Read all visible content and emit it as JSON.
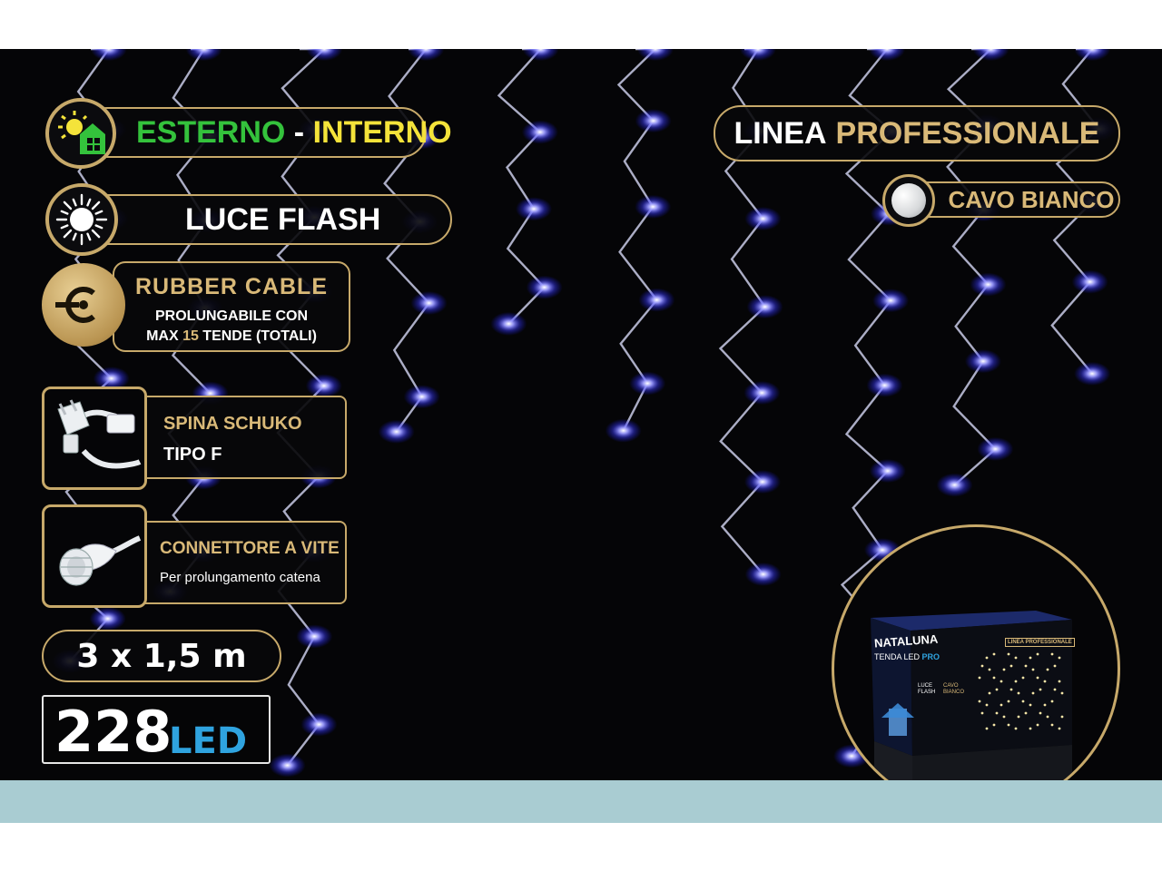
{
  "badges": {
    "esterno_interno": {
      "word1": "ESTERNO",
      "separator": " - ",
      "word2": "INTERNO",
      "color1": "#34c23c",
      "color2": "#f4e33a"
    },
    "luce_flash": "LUCE FLASH",
    "rubber_cable": {
      "title": "RUBBER CABLE",
      "line1": "PROLUNGABILE CON",
      "line2_prefix": "MAX ",
      "line2_number": "15",
      "line2_suffix": " TENDE (TOTALI)"
    },
    "spina": {
      "title": "SPINA SCHUKO",
      "subtitle": "TIPO F"
    },
    "connettore": {
      "title": "CONNETTORE A VITE",
      "subtitle": "Per prolungamento catena"
    },
    "size": "3 x 1,5 m",
    "led_count": {
      "number": "228",
      "unit": "LED",
      "unit_color": "#2fa3df"
    },
    "linea": {
      "word1": "LINEA",
      "word2": "PROFESSIONALE"
    },
    "cavo": "CAVO BIANCO"
  },
  "package": {
    "brand": "NATALUNA",
    "product_prefix": "TENDA LED ",
    "product_suffix": "PRO",
    "panel_text": "LINEA PROFESSIONALE",
    "side_label1": "LUCE FLASH",
    "side_label2": "CAVO BIANCO"
  },
  "colors": {
    "background": "#050507",
    "accent_gold": "#c7a96a",
    "led_blue": "#5c5cff",
    "bottom_strip": "#a9ccd2"
  },
  "icons": [
    "house-sun-icon",
    "flash-sun-icon",
    "rubber-cable-icon",
    "schuko-plug-icon",
    "screw-connector-icon",
    "white-cable-dot-icon"
  ]
}
